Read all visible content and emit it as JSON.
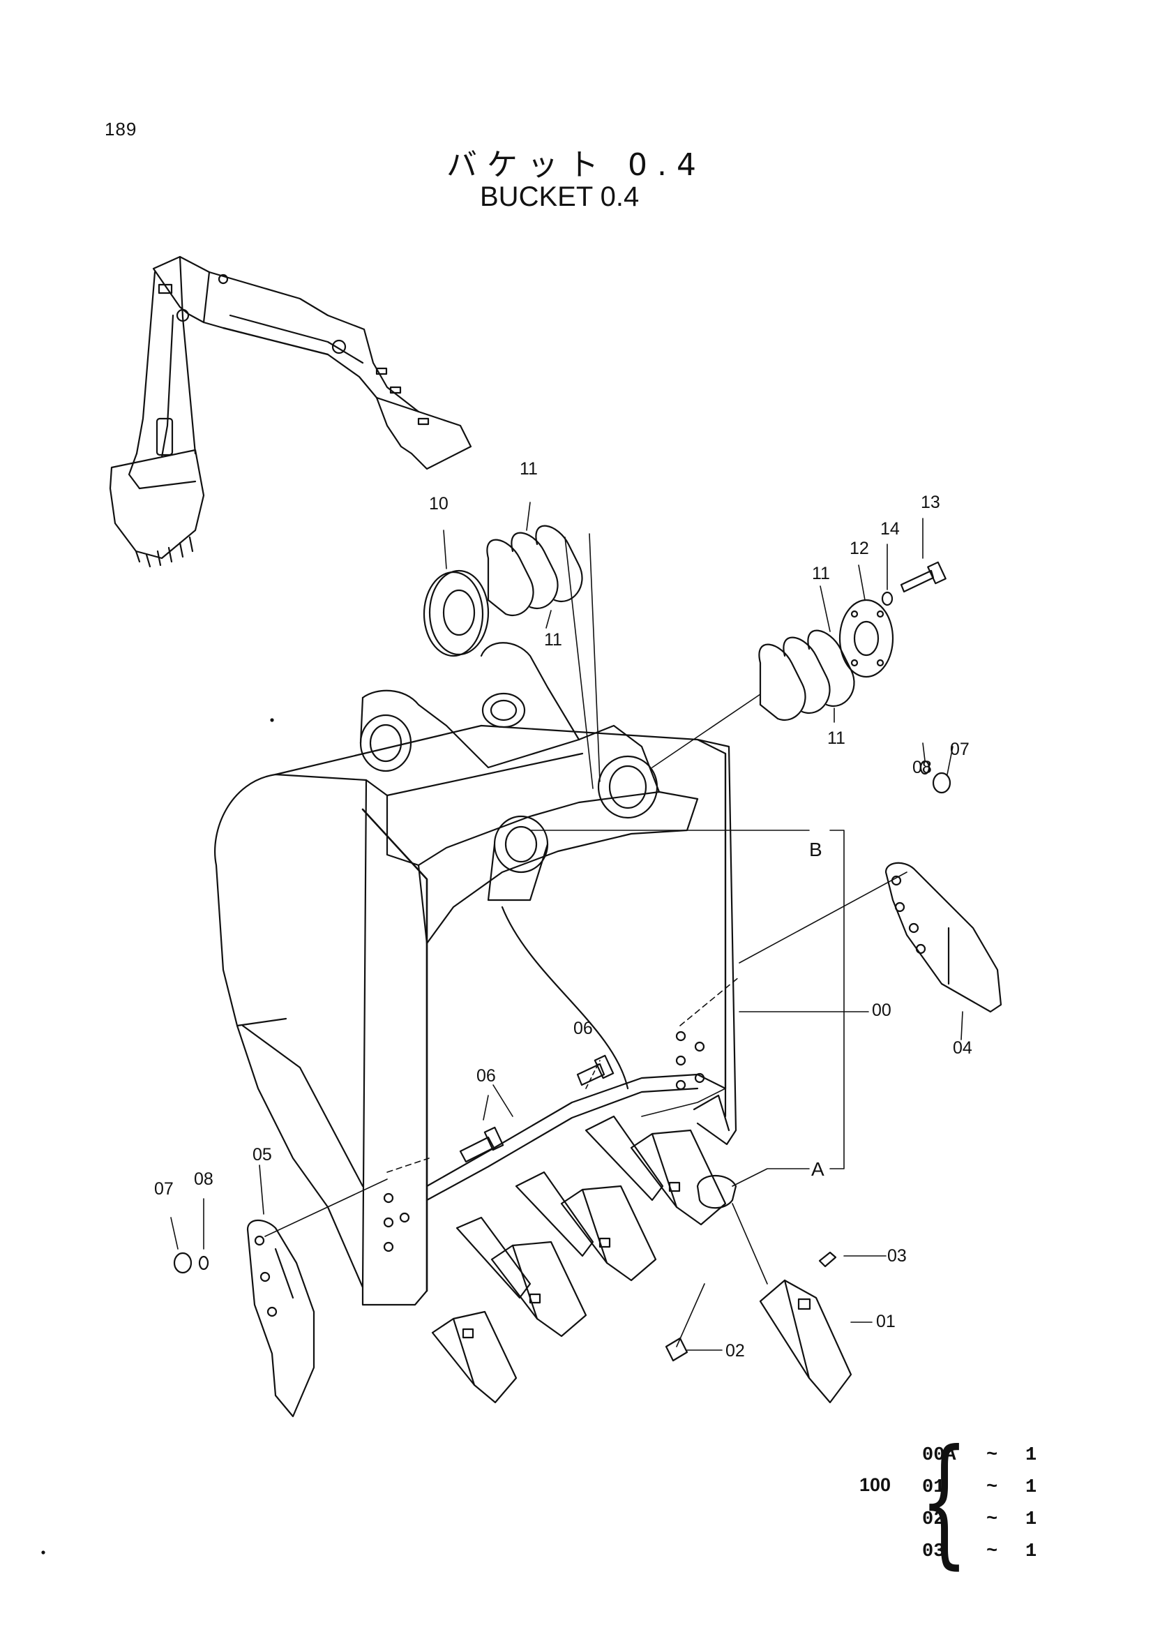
{
  "page_number": "189",
  "title_jp": "バケット 0.4",
  "title_en": "BUCKET 0.4",
  "callouts": {
    "c10": "10",
    "c11a": "11",
    "c11b": "11",
    "c11c": "11",
    "c11d": "11",
    "c12": "12",
    "c13": "13",
    "c14": "14",
    "c08r": "08",
    "c07r": "07",
    "c04": "04",
    "c06a": "06",
    "c06b": "06",
    "c00": "00",
    "c05": "05",
    "c07l": "07",
    "c08l": "08",
    "c03": "03",
    "c01": "01",
    "c02": "02"
  },
  "ref_letters": {
    "b": "B",
    "a": "A"
  },
  "kit": {
    "quantity": "100",
    "items": [
      {
        "part": "00A",
        "sep": "~",
        "count": "1"
      },
      {
        "part": "01",
        "sep": "~",
        "count": "1"
      },
      {
        "part": "02",
        "sep": "~",
        "count": "1"
      },
      {
        "part": "03",
        "sep": "~",
        "count": "1"
      }
    ]
  }
}
